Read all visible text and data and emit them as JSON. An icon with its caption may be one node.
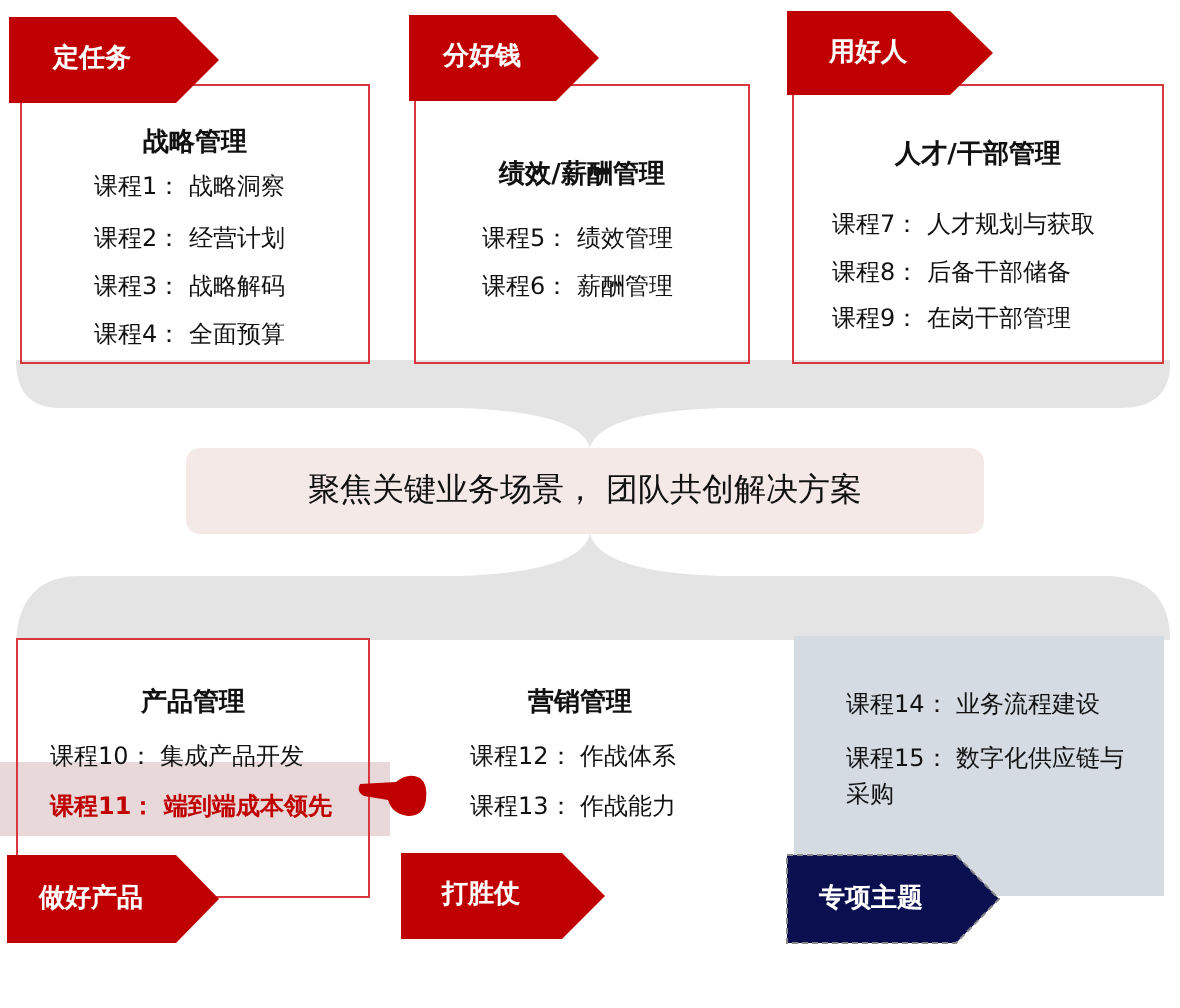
{
  "diagram": {
    "nodes": [
      {
        "text": [
          "定任务"
        ]
      },
      {
        "text": [
          "战略管理",
          "课程1： 战略洞察",
          "课程2： 经营计划",
          "课程3： 战略解码",
          "课程4： 全面预算"
        ]
      },
      {
        "text": [
          "分好钱"
        ]
      },
      {
        "text": [
          "绩效/薪酬管理",
          "课程5： 绩效管理",
          "课程6： 薪酬管理"
        ]
      },
      {
        "text": [
          "用好人"
        ]
      },
      {
        "text": [
          "人才/干部管理",
          "课程7： 人才规划与获取",
          "课程8： 后备干部储备",
          "课程9： 在岗干部管理"
        ]
      },
      {
        "text": [
          "聚焦关键业务场景， 团队共创解决方案"
        ]
      },
      {
        "text": [
          "产品管理",
          "课程10： 集成产品开发",
          "课程11： 端到端成本领先"
        ]
      },
      {
        "text": [
          "做好产品"
        ]
      },
      {
        "text": [
          "营销管理",
          "课程12： 作战体系",
          "课程13： 作战能力"
        ]
      },
      {
        "text": [
          "打胜仗"
        ]
      },
      {
        "text": [
          "课程14： 业务流程建设",
          "课程15： 数字化供应链与采购"
        ]
      },
      {
        "text": [
          "专项主题"
        ]
      }
    ]
  }
}
